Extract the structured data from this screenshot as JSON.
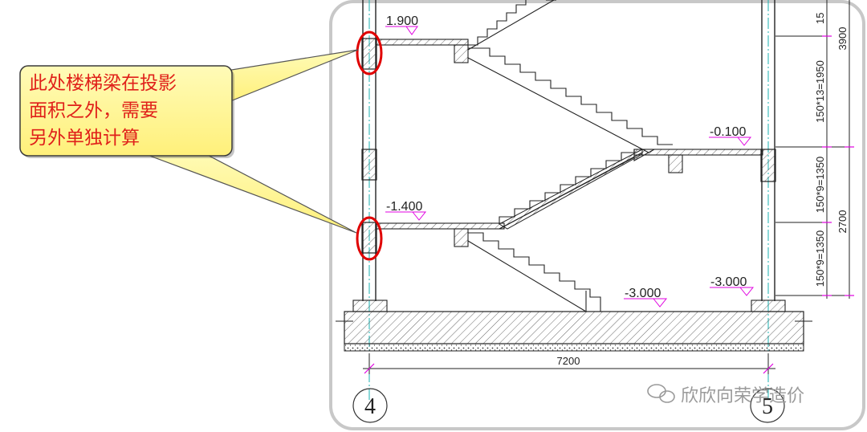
{
  "callout": {
    "lines": [
      "此处楼梯梁在投影",
      "面积之外，需要",
      "另外单独计算"
    ]
  },
  "elevations": {
    "e1": "1.900",
    "e2": "-1.400",
    "e3": "-0.100",
    "e4": "-3.000",
    "e5": "-3.000"
  },
  "dimensions": {
    "span": "7200",
    "seg_top": "150*13=1950",
    "seg_mid": "150*9=1350",
    "seg_bot": "150*9=1350",
    "total_top": "3900",
    "total_bottom": "2700",
    "edge_top": "15"
  },
  "axes": {
    "left": "4",
    "right": "5"
  },
  "watermark": {
    "text": "欣欣向荣学造价"
  },
  "colors": {
    "callout_fill": "#fff79a",
    "callout_text": "#e0201a",
    "marker": "#e00000",
    "elev_symbol": "#e000e0",
    "axis_line": "#1ab0b0"
  }
}
